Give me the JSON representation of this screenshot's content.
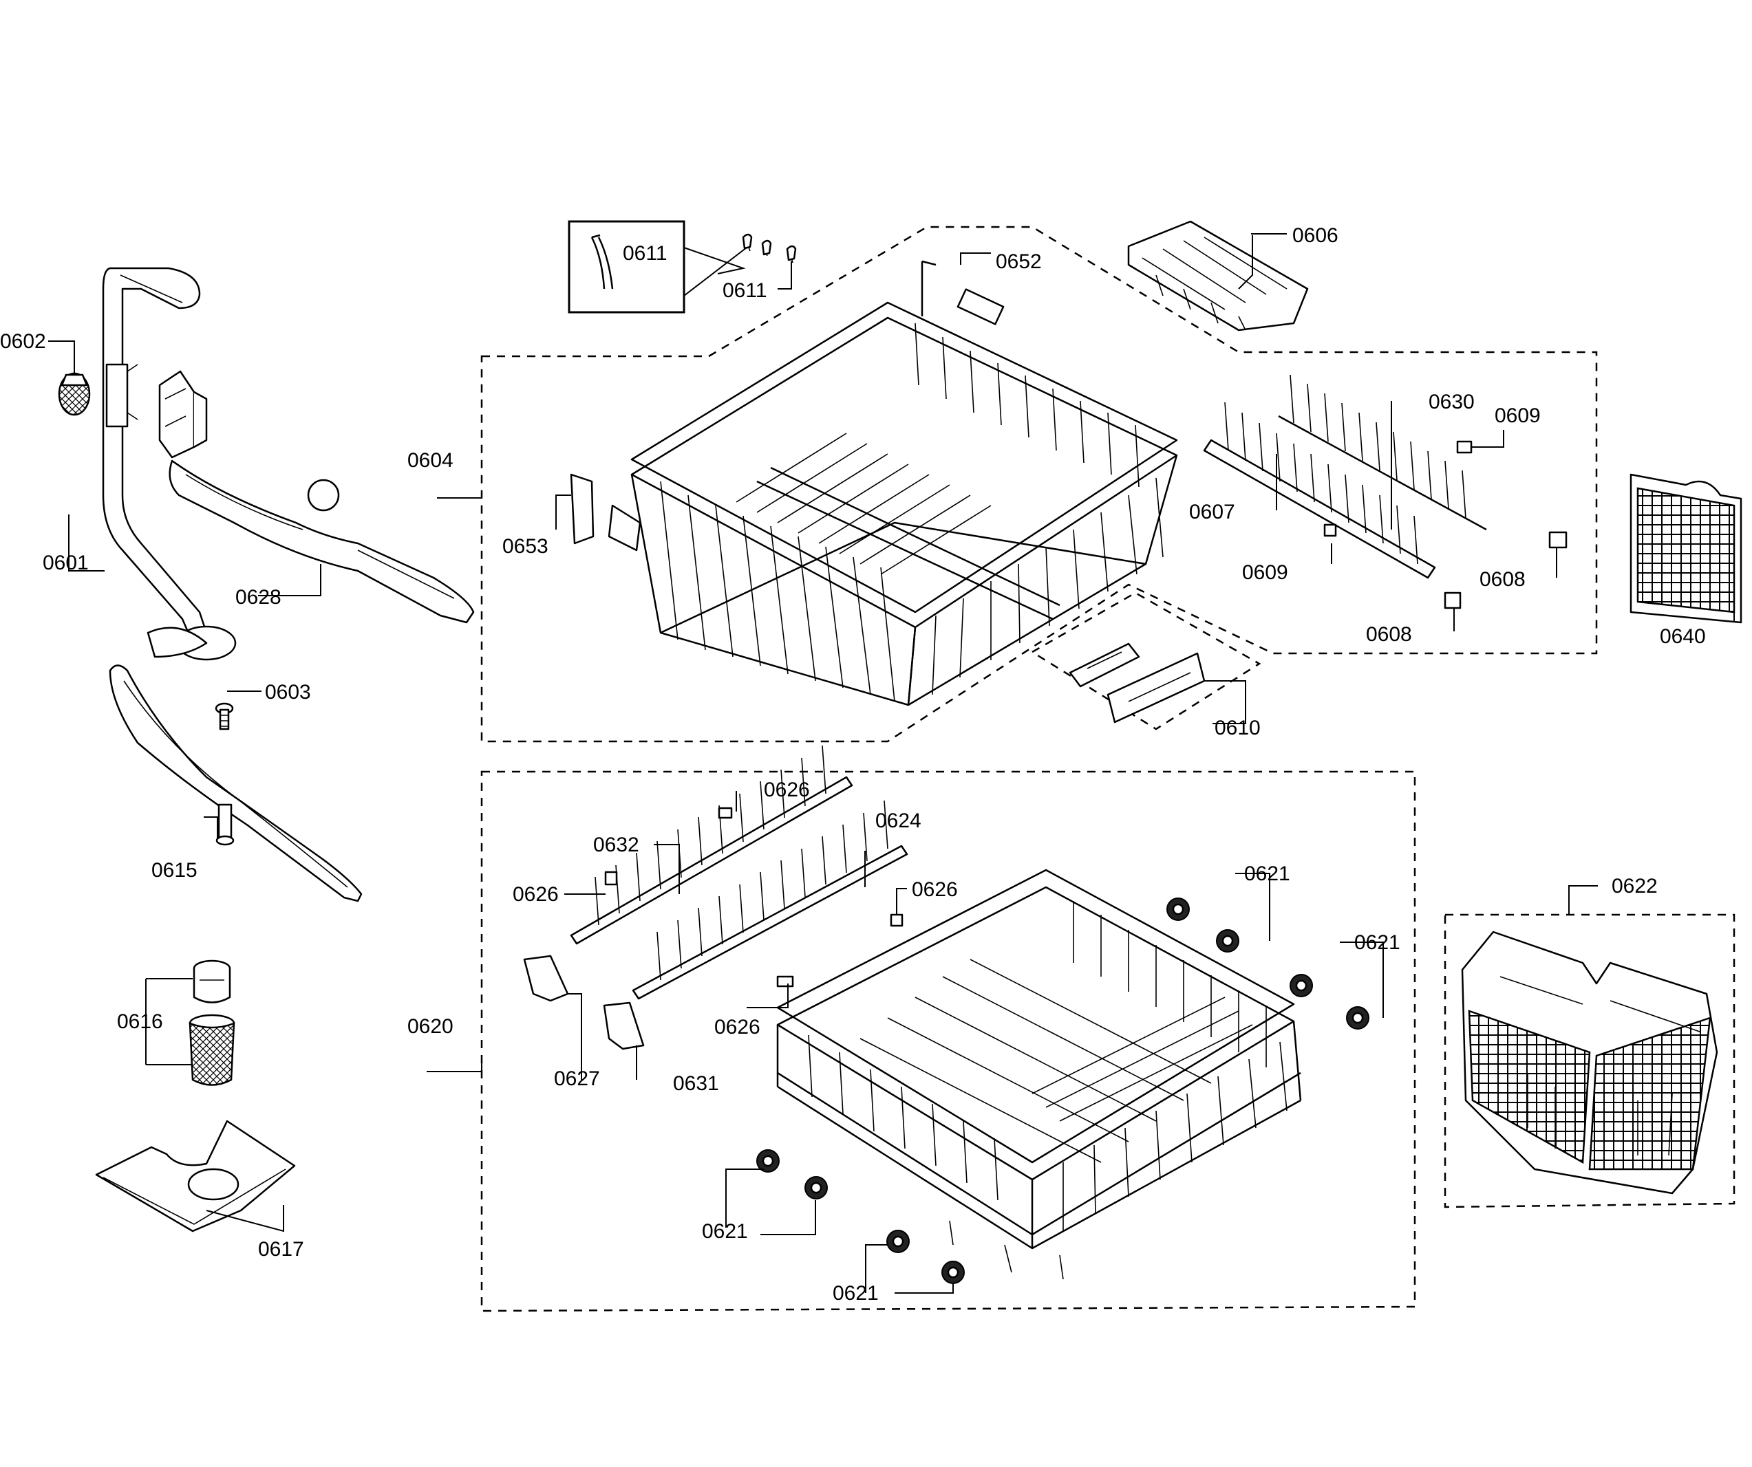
{
  "diagram": {
    "labels": {
      "p0601": "0601",
      "p0602": "0602",
      "p0603": "0603",
      "p0604": "0604",
      "p0606": "0606",
      "p0607": "0607",
      "p0608a": "0608",
      "p0608b": "0608",
      "p0609a": "0609",
      "p0609b": "0609",
      "p0610": "0610",
      "p0611a": "0611",
      "p0611b": "0611",
      "p0615": "0615",
      "p0616": "0616",
      "p0617": "0617",
      "p0620": "0620",
      "p0621a": "0621",
      "p0621b": "0621",
      "p0621c": "0621",
      "p0621d": "0621",
      "p0622": "0622",
      "p0624": "0624",
      "p0626a": "0626",
      "p0626b": "0626",
      "p0626c": "0626",
      "p0626d": "0626",
      "p0627": "0627",
      "p0628": "0628",
      "p0630": "0630",
      "p0631": "0631",
      "p0632": "0632",
      "p0640": "0640",
      "p0652": "0652",
      "p0653": "0653"
    }
  }
}
